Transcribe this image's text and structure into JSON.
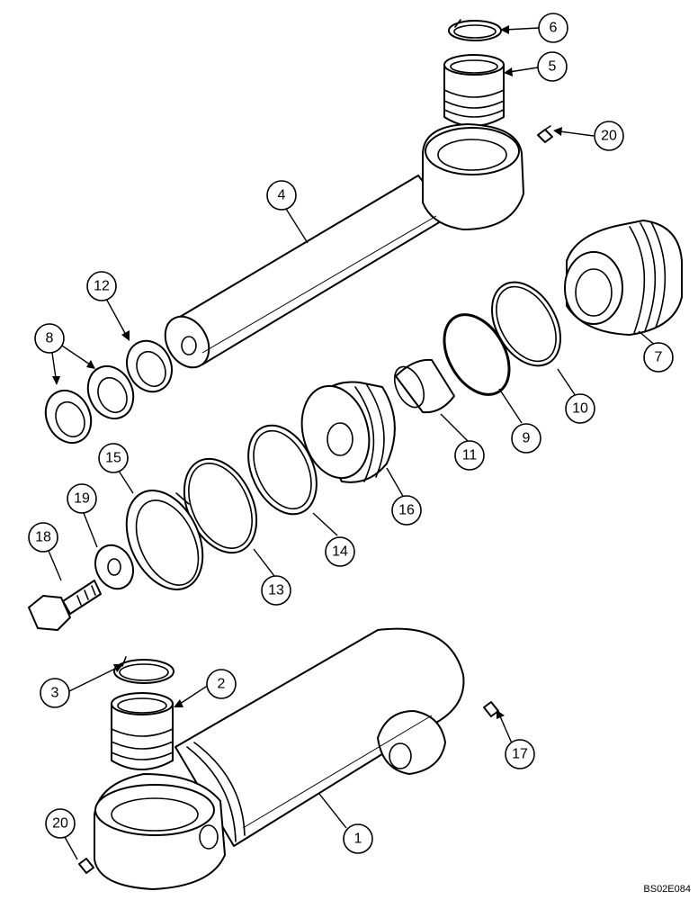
{
  "diagram": {
    "reference_code": "BS02E084",
    "callouts": [
      {
        "id": "c1",
        "label": "1"
      },
      {
        "id": "c2",
        "label": "2"
      },
      {
        "id": "c3",
        "label": "3"
      },
      {
        "id": "c4",
        "label": "4"
      },
      {
        "id": "c5",
        "label": "5"
      },
      {
        "id": "c6",
        "label": "6"
      },
      {
        "id": "c7",
        "label": "7"
      },
      {
        "id": "c8",
        "label": "8"
      },
      {
        "id": "c9",
        "label": "9"
      },
      {
        "id": "c10",
        "label": "10"
      },
      {
        "id": "c11",
        "label": "11"
      },
      {
        "id": "c12",
        "label": "12"
      },
      {
        "id": "c13",
        "label": "13"
      },
      {
        "id": "c14",
        "label": "14"
      },
      {
        "id": "c15",
        "label": "15"
      },
      {
        "id": "c16",
        "label": "16"
      },
      {
        "id": "c17",
        "label": "17"
      },
      {
        "id": "c18",
        "label": "18"
      },
      {
        "id": "c19",
        "label": "19"
      },
      {
        "id": "c20a",
        "label": "20"
      },
      {
        "id": "c20b",
        "label": "20"
      }
    ]
  }
}
